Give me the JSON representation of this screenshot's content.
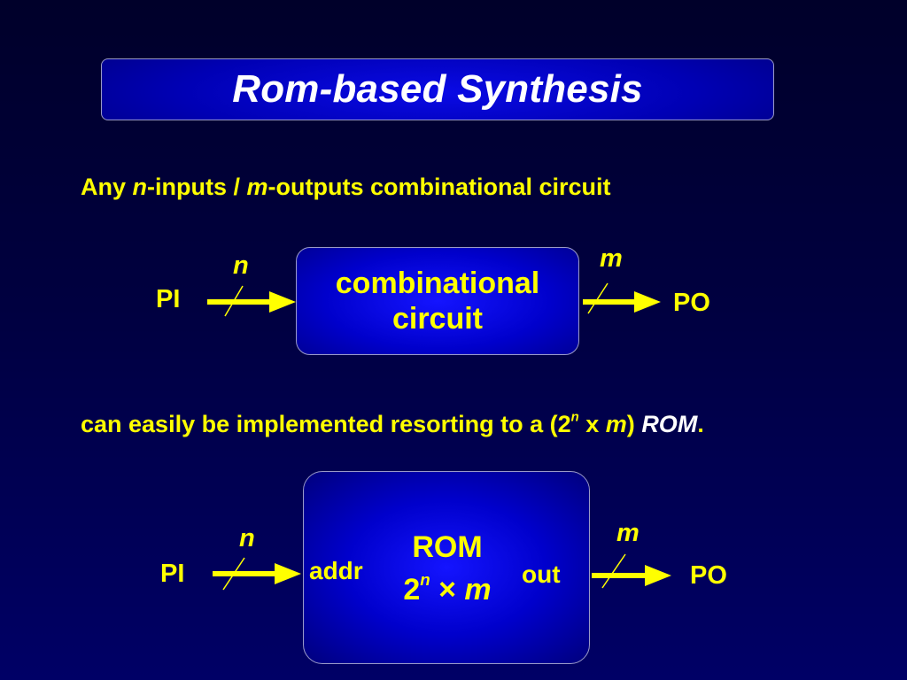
{
  "title": "Rom-based Synthesis",
  "intro": {
    "prefix": "Any ",
    "n": "n",
    "middle": "-inputs / ",
    "m": "m",
    "suffix": "-outputs combinational circuit"
  },
  "diagram1": {
    "box_line1": "combinational",
    "box_line2": "circuit",
    "input_label": "PI",
    "output_label": "PO",
    "input_width": "n",
    "output_width": "m"
  },
  "statement": {
    "text": "can easily be implemented resorting to a (2",
    "exp": "n",
    "x": " x ",
    "m": "m",
    "close": ")",
    "rom": "ROM",
    "period": "."
  },
  "diagram2": {
    "box_title": "ROM",
    "size_base": "2",
    "size_exp": "n",
    "size_times": " × ",
    "size_m": "m",
    "addr_label": "addr",
    "out_label": "out",
    "input_label": "PI",
    "output_label": "PO",
    "input_width": "n",
    "output_width": "m"
  },
  "colors": {
    "background": "#000040",
    "box_fill": "#0000cc",
    "accent_text": "#ffff00",
    "title_text": "#ffffff"
  }
}
